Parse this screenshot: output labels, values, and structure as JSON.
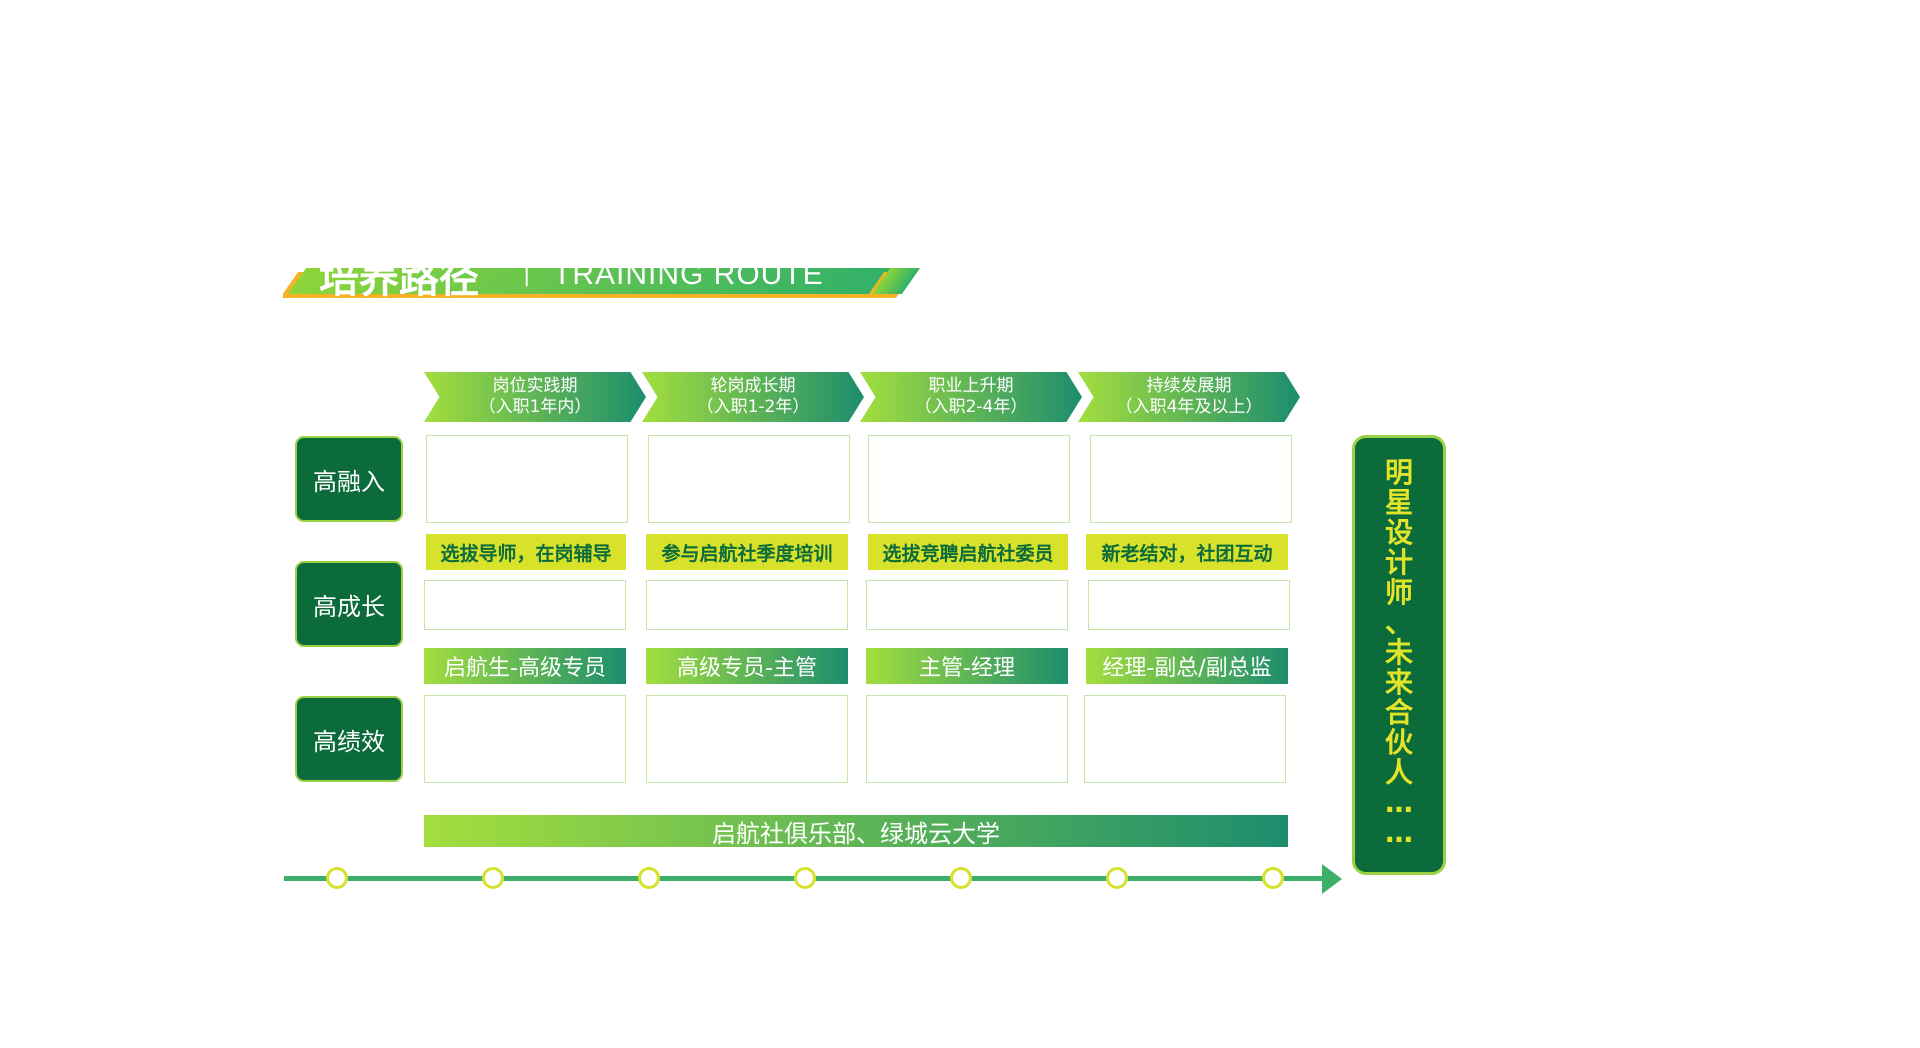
{
  "title": {
    "cn": "培养路径",
    "sep": "|",
    "en": "TRAINING ROUTE"
  },
  "phases": [
    {
      "line1": "岗位实践期",
      "line2": "（入职1年内）"
    },
    {
      "line1": "轮岗成长期",
      "line2": "（入职1-2年）"
    },
    {
      "line1": "职业上升期",
      "line2": "（入职2-4年）"
    },
    {
      "line1": "持续发展期",
      "line2": "（入职4年及以上）"
    }
  ],
  "rows": [
    "高融入",
    "高成长",
    "高绩效"
  ],
  "strips": [
    "选拔导师，在岗辅导",
    "参与启航社季度培训",
    "选拔竞聘启航社委员",
    "新老结对，社团互动"
  ],
  "levels": [
    "启航生-高级专员",
    "高级专员-主管",
    "主管-经理",
    "经理-副总/副总监"
  ],
  "bottom_bar": "启航社俱乐部、绿城云大学",
  "right_box": [
    "明",
    "星",
    "设",
    "计",
    "师",
    "、",
    "未",
    "来",
    "合",
    "伙",
    "人",
    "…",
    "…"
  ],
  "colors": {
    "dark_green": "#0b6b3a",
    "accent_yellow": "#d8e22b",
    "grad_start": "#a3de3e",
    "grad_end": "#1c8d6d",
    "title_shadow": "#f3b323"
  }
}
